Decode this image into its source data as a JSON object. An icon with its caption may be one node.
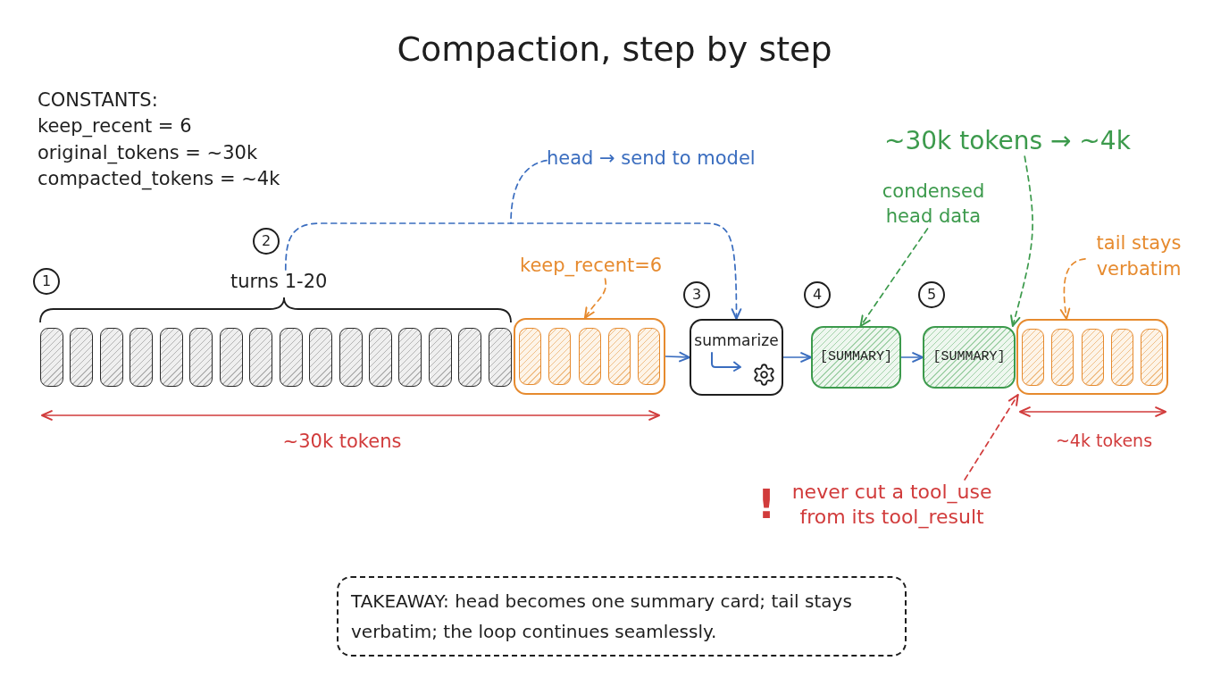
{
  "diagram": {
    "title": "Compaction, step by step",
    "nodes": [
      {
        "text": [
          "head → send to model"
        ]
      },
      {
        "text": [
          "~30k tokens → ~4k"
        ]
      },
      {
        "text": [
          "condensed head data"
        ]
      },
      {
        "text": [
          "2"
        ]
      },
      {
        "text": [
          "tail stays verbatim"
        ]
      },
      {
        "text": [
          "keep_recent=6"
        ]
      },
      {
        "text": [
          "1"
        ]
      },
      {
        "text": [
          "turns 1-20"
        ]
      },
      {
        "text": [
          "3"
        ]
      },
      {
        "text": [
          "4"
        ]
      },
      {
        "text": [
          "5"
        ]
      },
      {
        "text": [],
        "shape": "box"
      },
      {
        "text": [],
        "shape": "box"
      },
      {
        "text": [],
        "shape": "box"
      },
      {
        "text": [],
        "shape": "box"
      },
      {
        "text": [],
        "shape": "box"
      },
      {
        "text": [],
        "shape": "box"
      },
      {
        "text": [],
        "shape": "box"
      },
      {
        "text": [],
        "shape": "box"
      },
      {
        "text": [],
        "shape": "box"
      },
      {
        "text": [],
        "shape": "box"
      },
      {
        "text": [],
        "shape": "box"
      },
      {
        "text": [],
        "shape": "box"
      },
      {
        "text": [],
        "shape": "box"
      },
      {
        "text": [],
        "shape": "box"
      },
      {
        "text": [],
        "shape": "box"
      },
      {
        "text": [],
        "shape": "box"
      },
      {
        "text": [],
        "shape": "box"
      },
      {
        "text": [],
        "shape": "box",
        "in": 27
      },
      {
        "text": [],
        "shape": "box",
        "in": 27
      },
      {
        "text": [],
        "shape": "box",
        "in": 27
      },
      {
        "text": [],
        "shape": "box",
        "in": 27
      },
      {
        "text": [],
        "shape": "box",
        "in": 27
      },
      {
        "text": [
          "summarize"
        ]
      },
      {
        "text": [
          "[SUMMARY]"
        ]
      },
      {
        "text": [
          "[SUMMARY]"
        ]
      },
      {
        "text": [],
        "shape": "box"
      },
      {
        "text": [],
        "shape": "box",
        "in": 36
      },
      {
        "text": [],
        "shape": "box",
        "in": 36
      },
      {
        "text": [],
        "shape": "box",
        "in": 36
      },
      {
        "text": [],
        "shape": "box",
        "in": 36
      },
      {
        "text": [],
        "shape": "box",
        "in": 36
      },
      {
        "text": [
          "!",
          "never cut a tool_use from its tool_result"
        ]
      },
      {
        "text": [
          "TAKEAWAY: head becomes one summary card; tail stays verbatim; the loop continues seamlessly."
        ]
      }
    ],
    "edges": [
      {
        "from": 27,
        "to": 33,
        "arrow": "to"
      },
      {
        "from": 33,
        "to": 34,
        "arrow": "to"
      },
      {
        "from": 34,
        "to": 35,
        "arrow": "to"
      },
      {
        "from": 7,
        "to": 33,
        "arrow": "to",
        "style": "dashed"
      },
      {
        "from": 0,
        "to": null,
        "arrow": "none",
        "style": "dashed"
      },
      {
        "from": 5,
        "to": 27,
        "arrow": "to",
        "style": "dashed",
        "color": "#e68a2e"
      },
      {
        "from": 2,
        "to": 34,
        "arrow": "to",
        "style": "dashed",
        "color": "#3c9a4c"
      },
      {
        "from": 1,
        "to": 35,
        "arrow": "to",
        "style": "dashed",
        "color": "#3c9a4c"
      },
      {
        "from": 4,
        "to": 36,
        "arrow": "to",
        "style": "dashed",
        "color": "#e68a2e"
      },
      {
        "from": 42,
        "to": 36,
        "arrow": "to",
        "style": "dashed",
        "color": "#d13b3b"
      }
    ],
    "labels": [
      "CONSTANTS:",
      "keep_recent = 6",
      "original_tokens = ~30k",
      "compacted_tokens = ~4k",
      "~30k tokens",
      "~4k tokens"
    ]
  }
}
